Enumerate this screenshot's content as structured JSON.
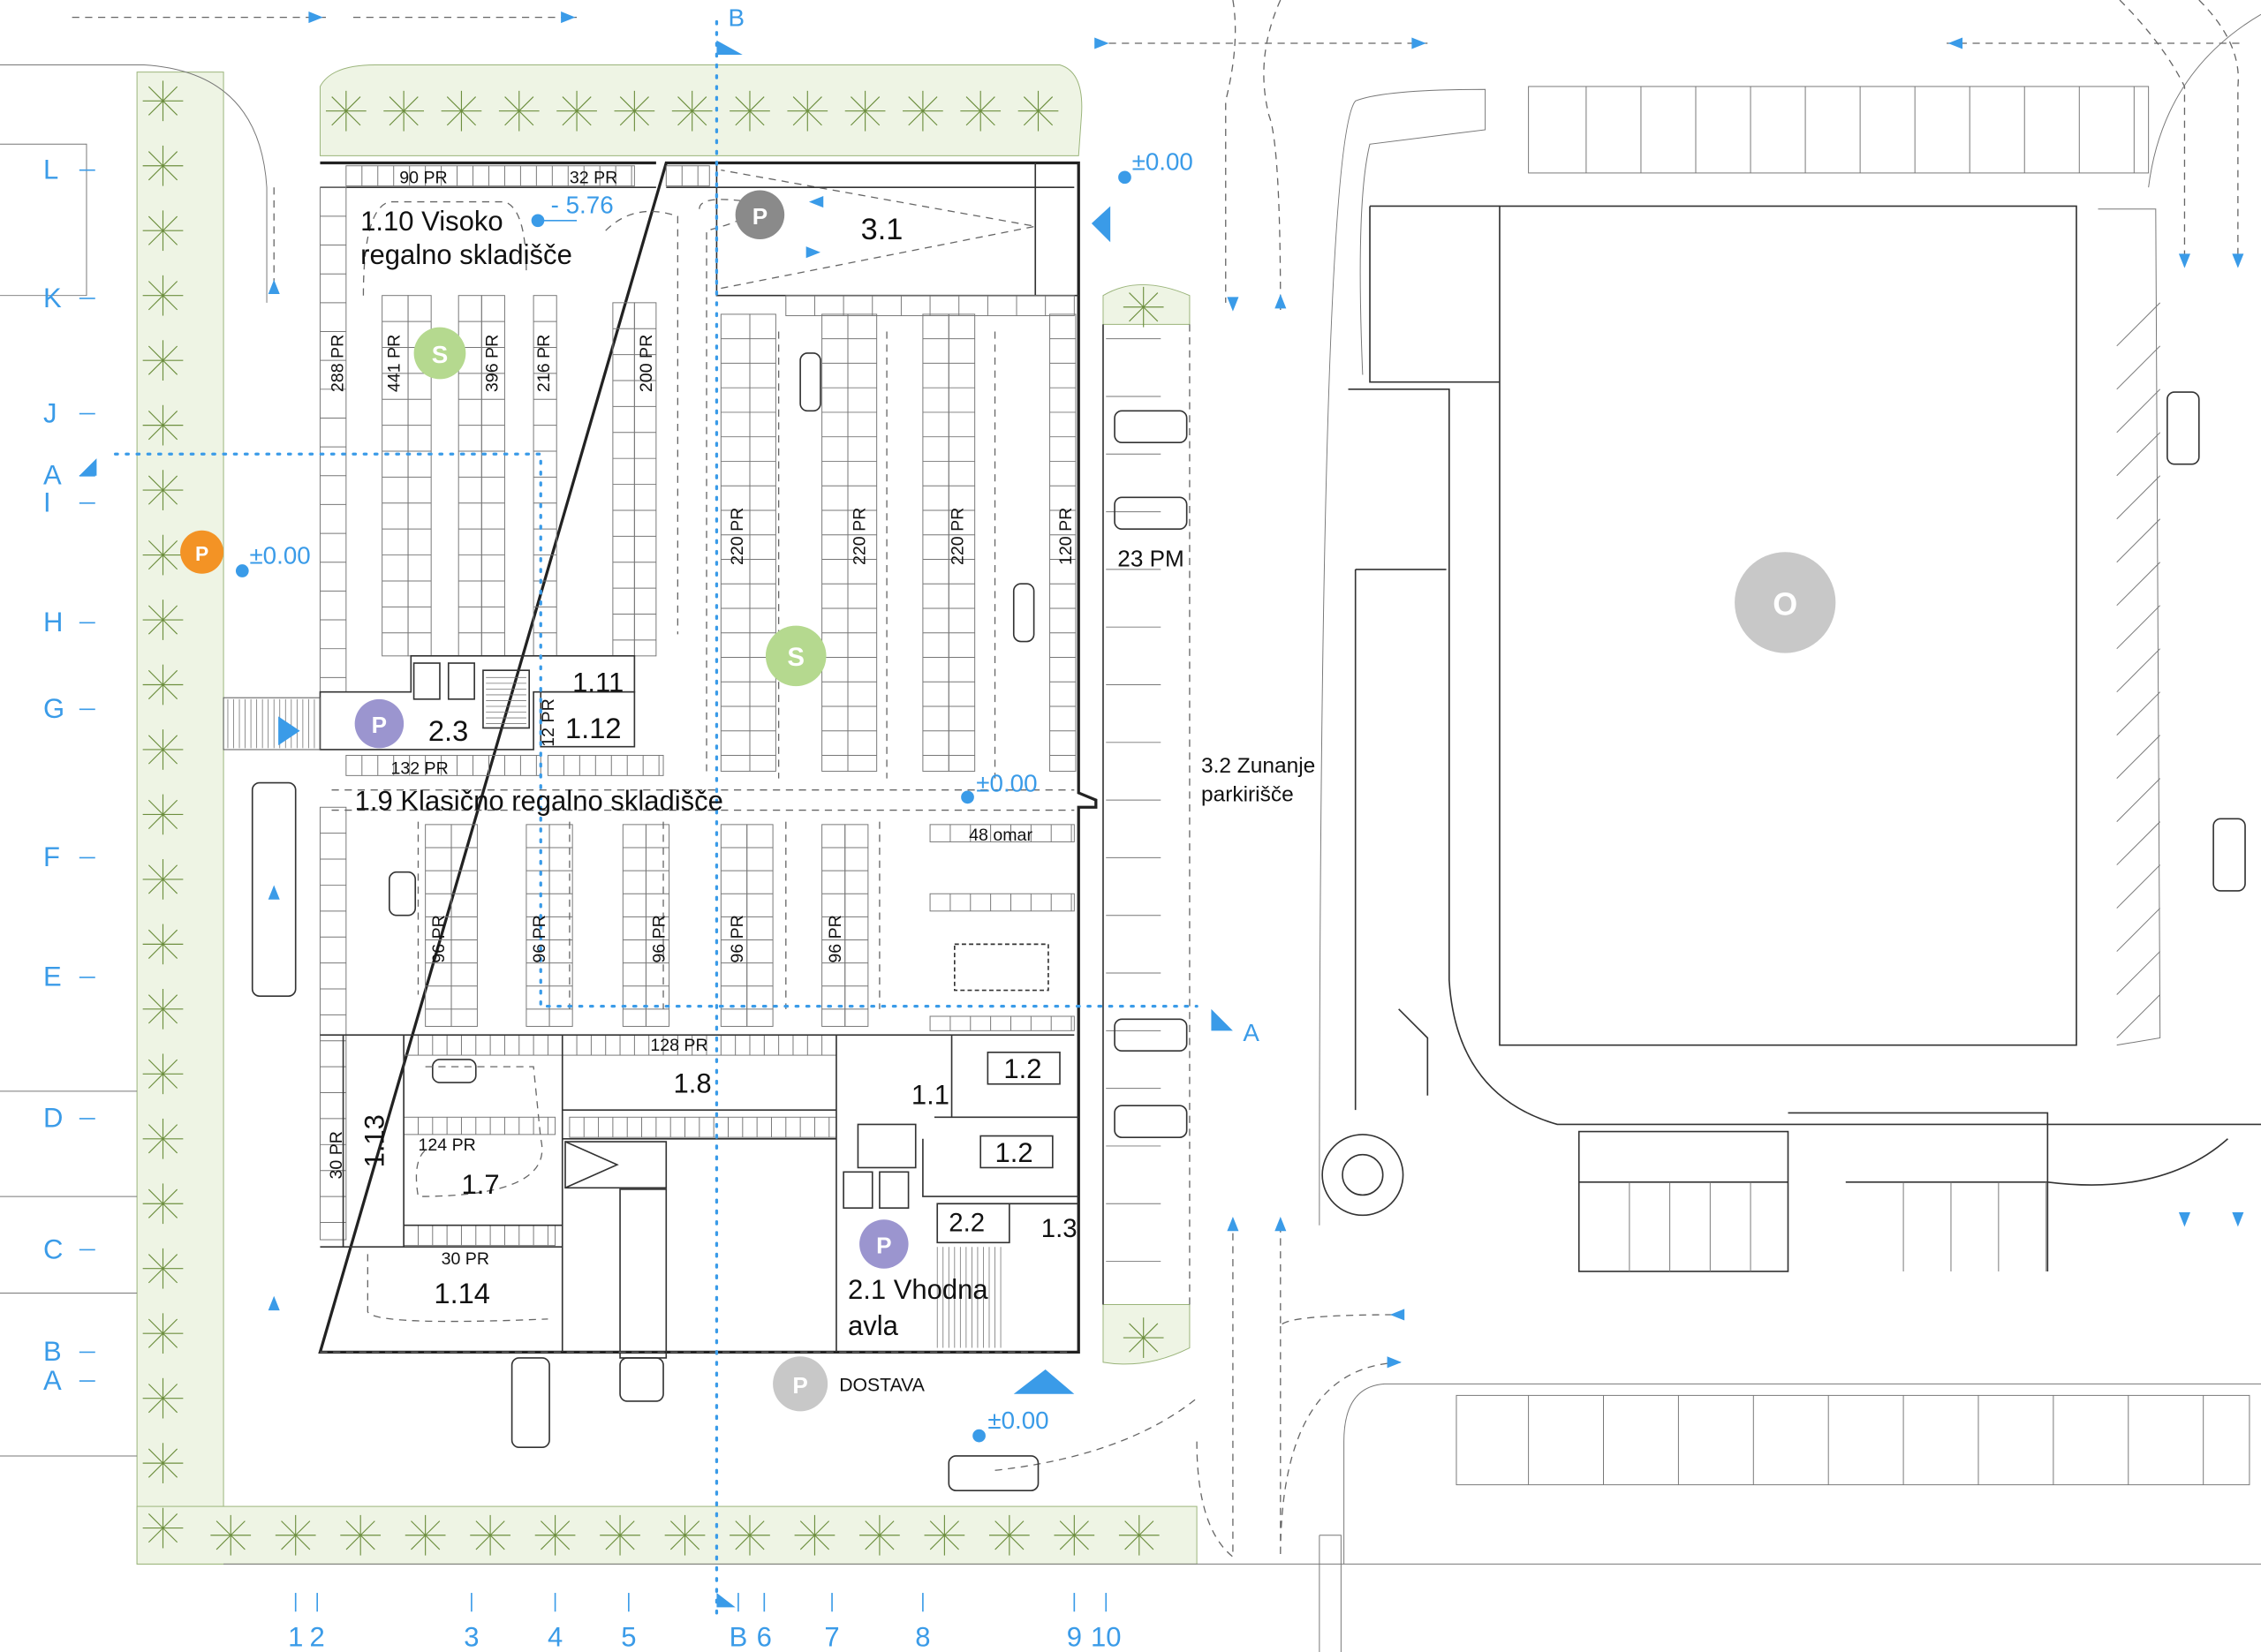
{
  "colors": {
    "blue": "#3a9be8",
    "storage": "#b5d98f",
    "parking_orange": "#f39325",
    "parking_purple": "#9b95cf",
    "parking_dark": "#8a8a8a",
    "parking_light": "#c8c8c8"
  },
  "grid_rows": [
    "L",
    "K",
    "J",
    "A",
    "I",
    "H",
    "G",
    "F",
    "E",
    "D",
    "C",
    "B",
    "A"
  ],
  "grid_cols": [
    "1",
    "2",
    "3",
    "4",
    "5",
    "B",
    "6",
    "7",
    "8",
    "9",
    "10"
  ],
  "section_markers": {
    "top": "B",
    "right": "A"
  },
  "elevations": {
    "e1": "±0.00",
    "e2": "±0.00",
    "e3": "±0.00",
    "e4": "±0.00",
    "e5": "- 5.76"
  },
  "rooms": {
    "r110_a": "1.10 Visoko",
    "r110_b": "regalno skladišče",
    "r31": "3.1",
    "r111": "1.11",
    "r112": "1.12",
    "r23": "2.3",
    "r19": "1.9 Klasično regalno skladišče",
    "r18": "1.8",
    "r12a": "1.2",
    "r11": "1.1",
    "r12b": "1.2",
    "r113": "1.13",
    "r17": "1.7",
    "r22": "2.2",
    "r13": "1.3",
    "r114": "1.14",
    "r21_a": "2.1 Vhodna",
    "r21_b": "avla",
    "r32_a": "3.2 Zunanje",
    "r32_b": "parkirišče"
  },
  "rack_labels": {
    "pr288": "288 PR",
    "pr441": "441 PR",
    "pr396": "396 PR",
    "pr216": "216 PR",
    "pr200": "200 PR",
    "pr220a": "220 PR",
    "pr220b": "220 PR",
    "pr220c": "220 PR",
    "pr120": "120 PR",
    "pr96a": "96 PR",
    "pr96b": "96 PR",
    "pr96c": "96 PR",
    "pr96d": "96 PR",
    "pr96e": "96 PR",
    "pr12": "12 PR",
    "pr30v": "30 PR",
    "pr90": "90 PR",
    "pr32": "32 PR",
    "pr132": "132 PR",
    "pr128": "128 PR",
    "pr124": "124 PR",
    "pr30h": "30 PR",
    "omar48": "48 omar"
  },
  "markers": {
    "storage": "S",
    "parking": "P",
    "object": "O"
  },
  "labels": {
    "dostava": "DOSTAVA",
    "parking_count": "23 PM"
  }
}
